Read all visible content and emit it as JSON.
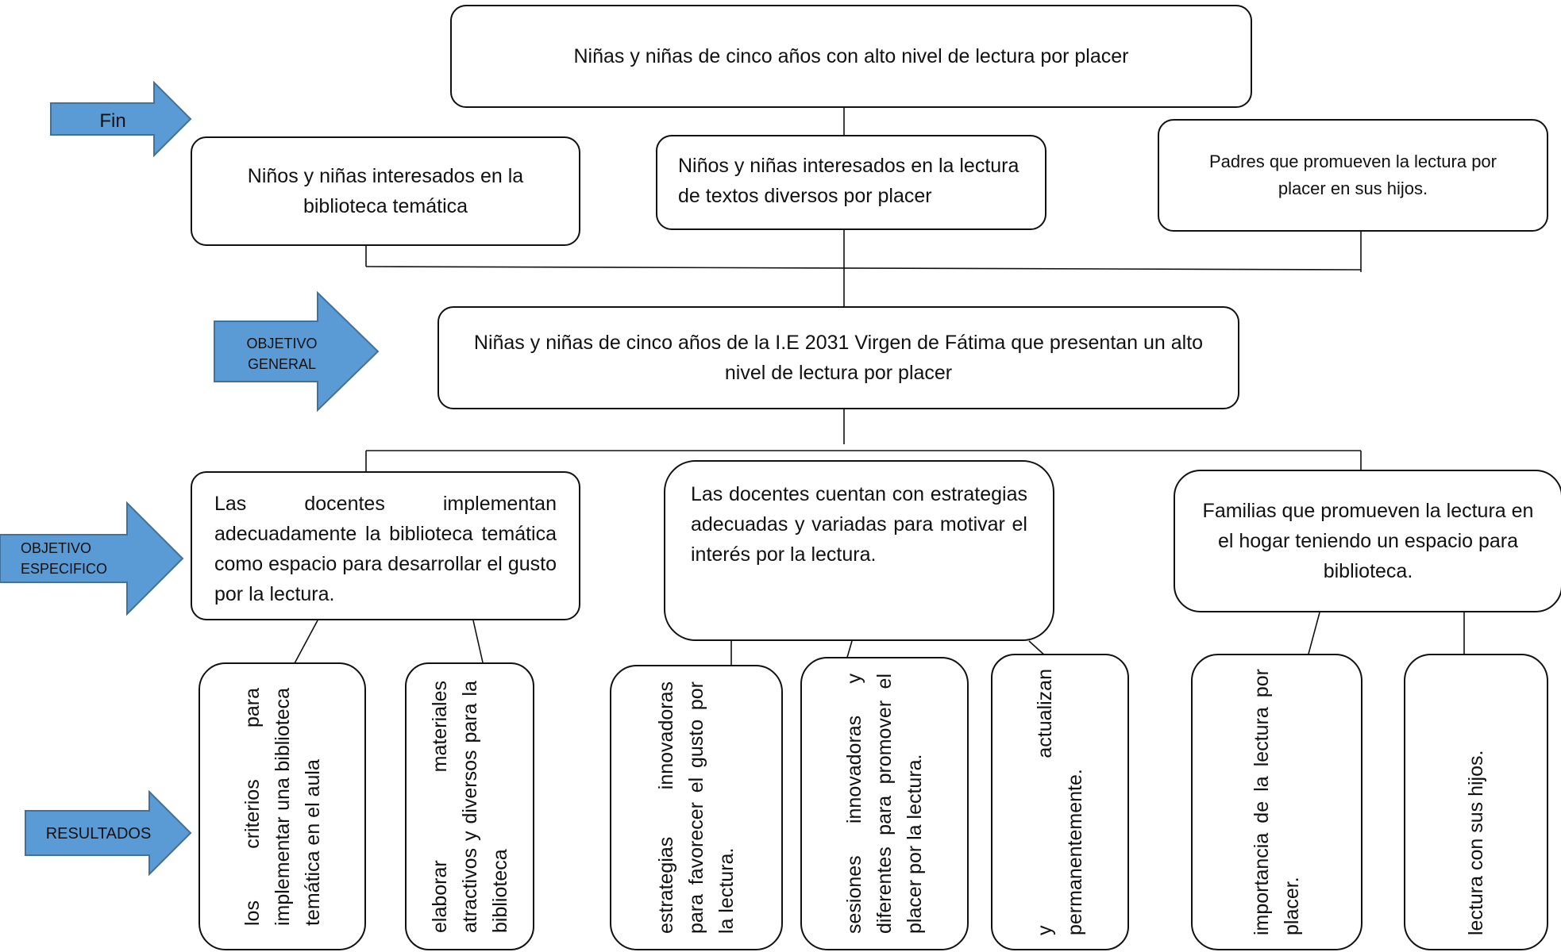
{
  "fin": {
    "arrow_label": "Fin",
    "main_box": "Niñas y niñas de cinco años con alto nivel de lectura por placer",
    "sub_boxes": [
      "Niños y niñas interesados en la biblioteca temática",
      "Niños y niñas interesados en la lectura de textos diversos por placer",
      "Padres que  promueven la lectura por placer en sus hijos."
    ]
  },
  "objetivo_general": {
    "arrow_label": "OBJETIVO GENERAL",
    "box": "Niñas y niñas de cinco años de la I.E 2031 Virgen de Fátima que presentan un alto nivel  de lectura por placer"
  },
  "objetivo_especifico": {
    "arrow_label": "OBJETIVO ESPECIFICO",
    "boxes": [
      "Las docentes implementan adecuadamente la biblioteca temática como espacio para desarrollar el gusto por la lectura.",
      "Las docentes cuentan con estrategias adecuadas y variadas para motivar el interés por la lectura.",
      "Familias que promueven la lectura en el hogar teniendo un espacio para biblioteca."
    ]
  },
  "resultados": {
    "arrow_label": "RESULTADOS",
    "boxes": [
      "los criterios para implementar una biblioteca temática en el aula",
      "elaborar materiales atractivos y diversos para la biblioteca",
      "estrategias innovadoras para favorecer el gusto por la lectura.",
      "sesiones innovadoras y diferentes para promover el placer por la lectura.",
      "y actualizan permanentemente.",
      "importancia de la lectura por placer.",
      "lectura con sus hijos."
    ]
  },
  "colors": {
    "arrow_fill": "#5b9bd5",
    "arrow_stroke": "#41719c"
  }
}
